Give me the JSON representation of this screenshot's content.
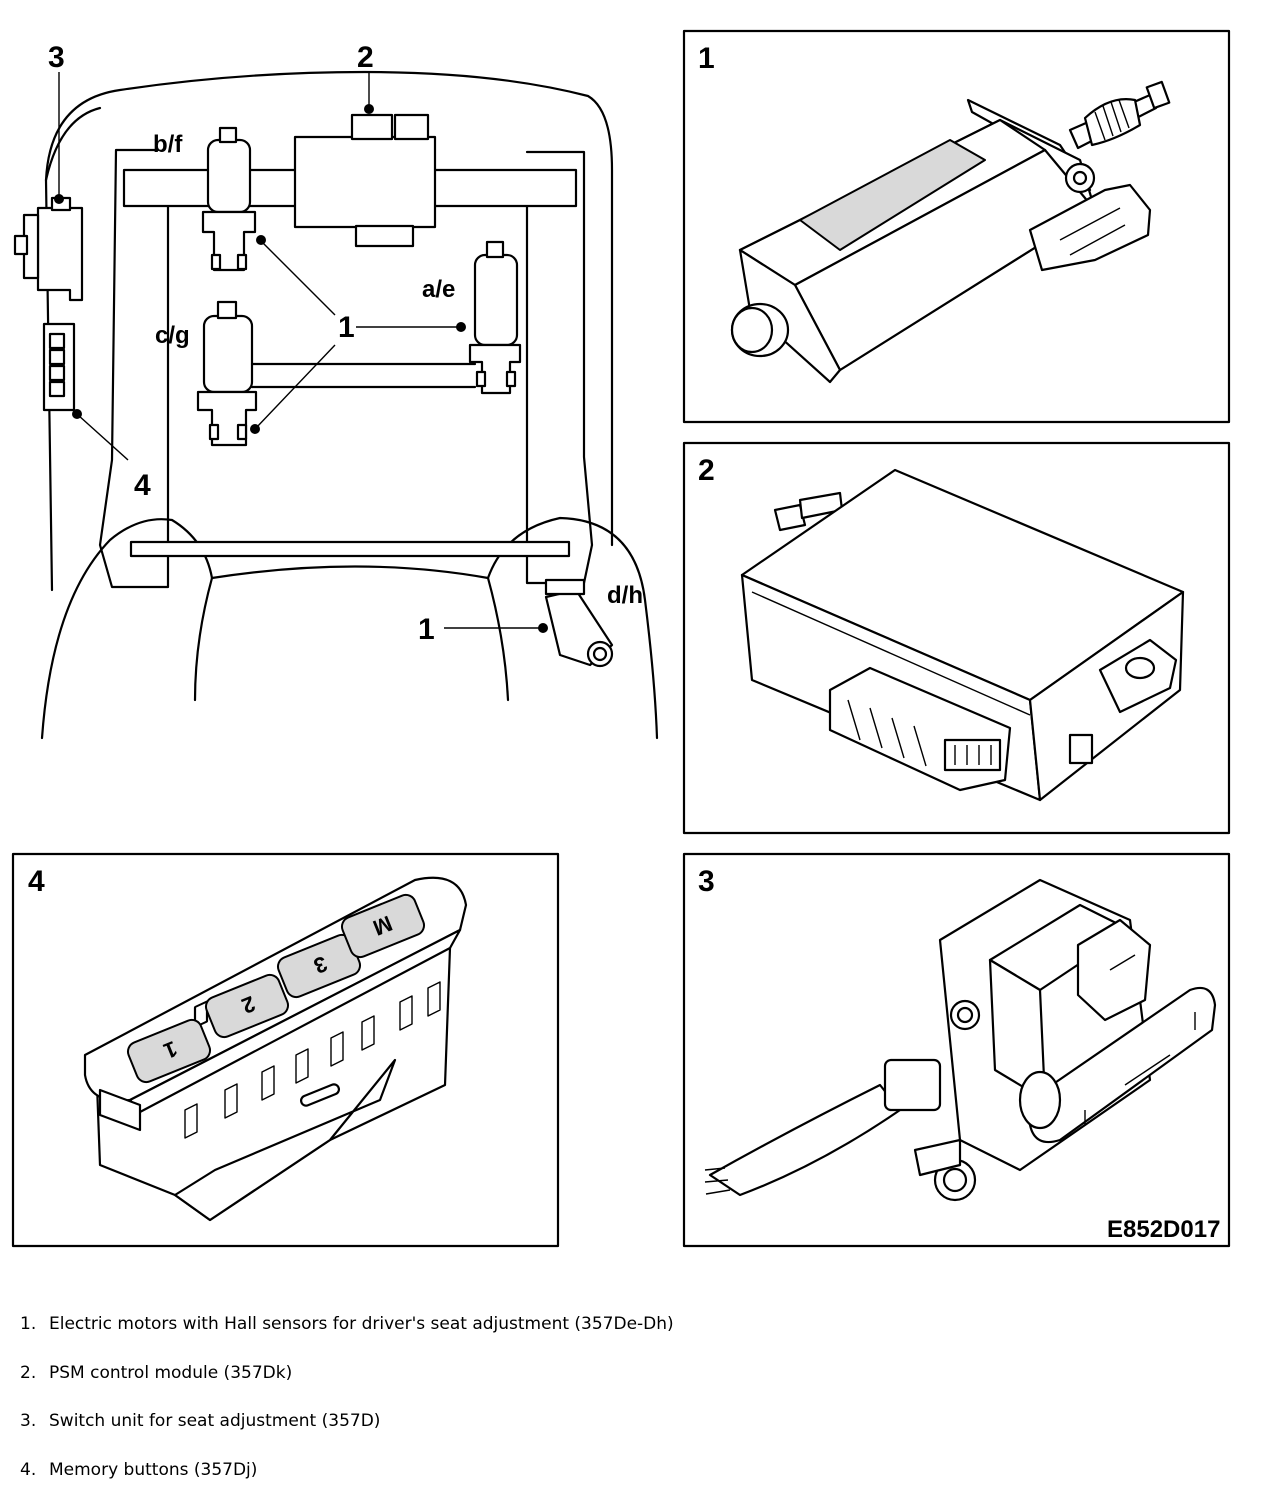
{
  "callouts": {
    "module": "2",
    "switch_unit": "3",
    "memory_buttons": "4",
    "motors_center": "1",
    "motor_dh": "1"
  },
  "motor_codes": {
    "bf": "b/f",
    "ae": "a/e",
    "cg": "c/g",
    "dh": "d/h"
  },
  "panels": {
    "p1": "1",
    "p2": "2",
    "p3": "3",
    "p4": "4"
  },
  "memory_keys": [
    "1",
    "2",
    "3",
    "M"
  ],
  "figure_code": "E852D017",
  "legend": [
    {
      "number": "1.",
      "text": "Electric motors with Hall sensors for driver's seat adjustment (357De-Dh)"
    },
    {
      "number": "2.",
      "text": "PSM control module (357Dk)"
    },
    {
      "number": "3.",
      "text": "Switch unit for seat adjustment (357D)"
    },
    {
      "number": "4.",
      "text": "Memory buttons (357Dj)"
    }
  ]
}
